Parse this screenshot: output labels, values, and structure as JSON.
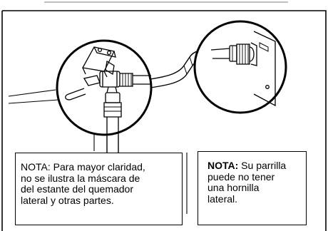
{
  "notes": {
    "left": {
      "lines": [
        "NOTA: Para mayor claridad,",
        "no se ilustra la máscara de",
        "del estante del quemador",
        "lateral y otras partes."
      ]
    },
    "right": {
      "label": "NOTA:",
      "first_line_rest": " Su parrilla",
      "lines": [
        "puede no tener",
        "una hornilla",
        "lateral."
      ]
    }
  }
}
